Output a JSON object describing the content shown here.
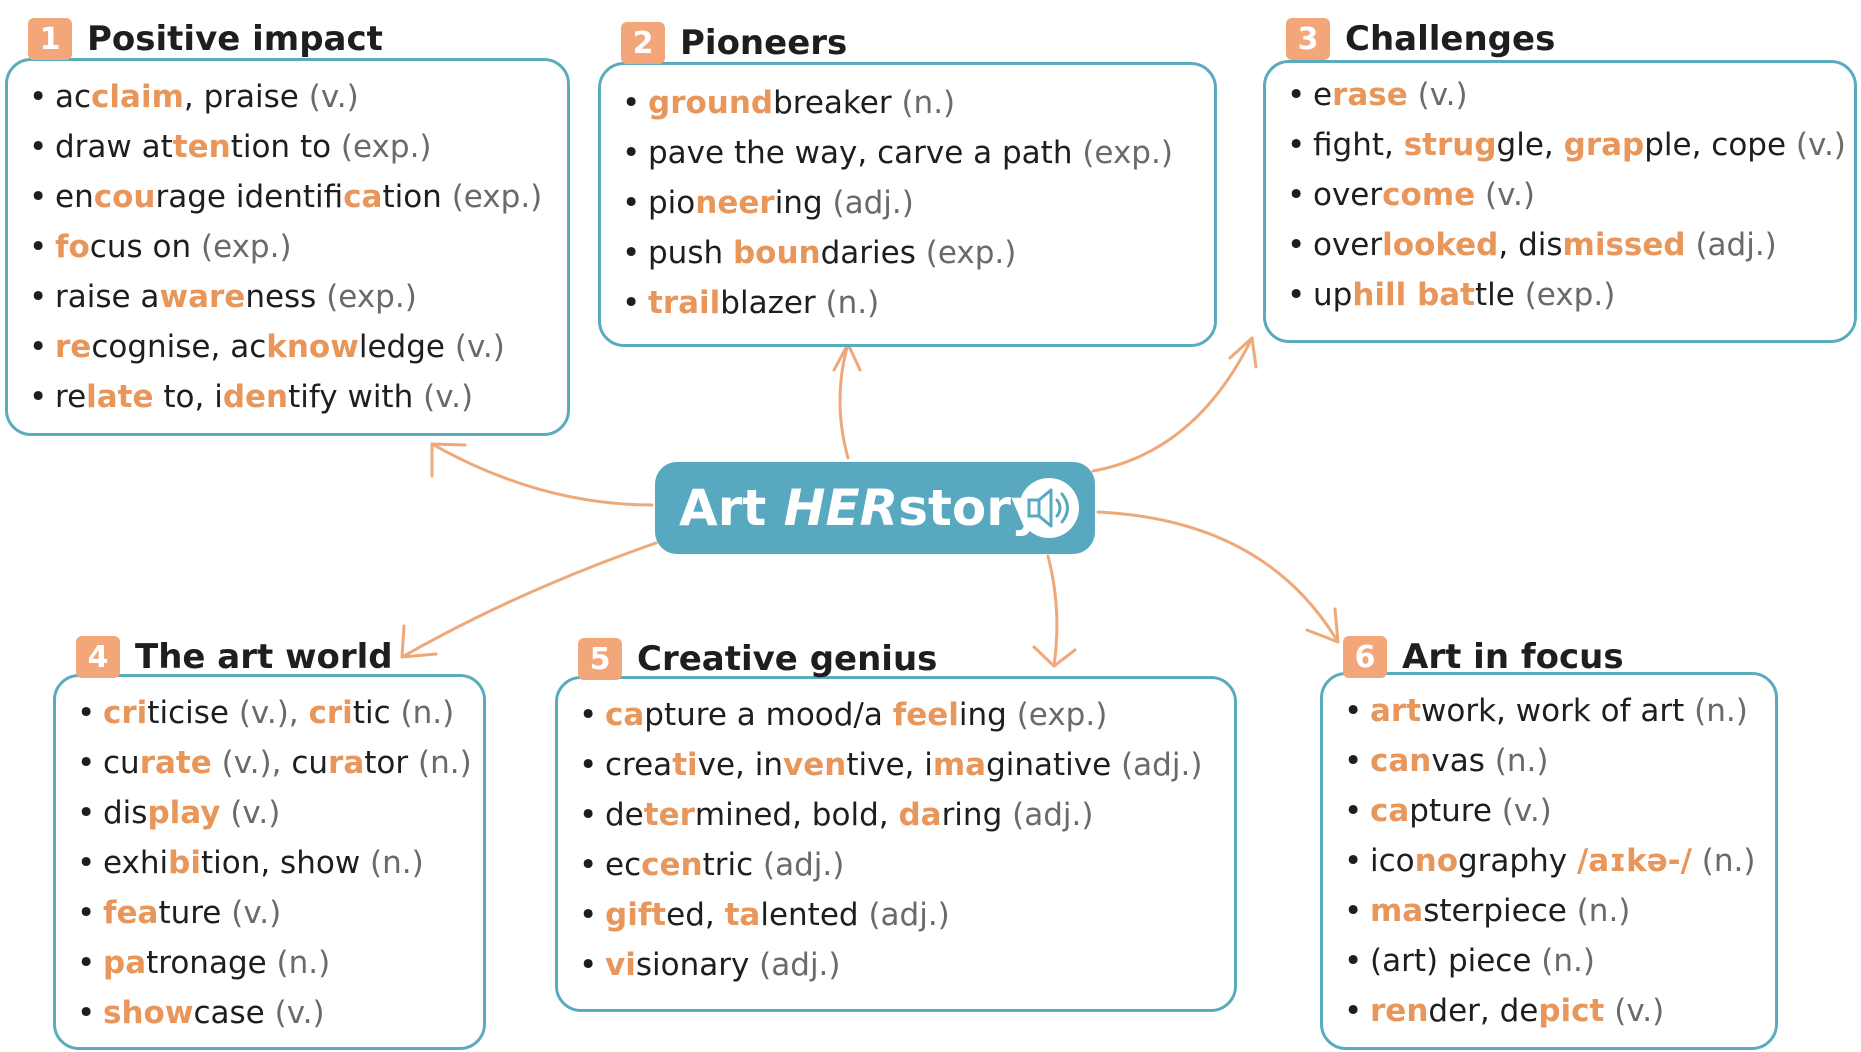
{
  "center": {
    "title_part1": "Art ",
    "title_part2": "HER",
    "title_part3": "story"
  },
  "sections": [
    {
      "number": "1",
      "title": "Positive impact",
      "items": [
        [
          [
            "ac",
            ""
          ],
          [
            "claim",
            "hl"
          ],
          [
            ", praise ",
            ""
          ],
          [
            "(v.)",
            "pos"
          ]
        ],
        [
          [
            "draw at",
            ""
          ],
          [
            "ten",
            "hl"
          ],
          [
            "tion to ",
            ""
          ],
          [
            "(exp.)",
            "pos"
          ]
        ],
        [
          [
            "en",
            ""
          ],
          [
            "cou",
            "hl"
          ],
          [
            "rage identifi",
            ""
          ],
          [
            "ca",
            "hl"
          ],
          [
            "tion ",
            ""
          ],
          [
            "(exp.)",
            "pos"
          ]
        ],
        [
          [
            "fo",
            "hl"
          ],
          [
            "cus on ",
            ""
          ],
          [
            "(exp.)",
            "pos"
          ]
        ],
        [
          [
            "raise a",
            ""
          ],
          [
            "ware",
            "hl"
          ],
          [
            "ness ",
            ""
          ],
          [
            "(exp.)",
            "pos"
          ]
        ],
        [
          [
            "re",
            "hl"
          ],
          [
            "cognise, ac",
            ""
          ],
          [
            "know",
            "hl"
          ],
          [
            "ledge ",
            ""
          ],
          [
            "(v.)",
            "pos"
          ]
        ],
        [
          [
            "re",
            ""
          ],
          [
            "late",
            "hl"
          ],
          [
            " to, i",
            ""
          ],
          [
            "den",
            "hl"
          ],
          [
            "tify with ",
            ""
          ],
          [
            "(v.)",
            "pos"
          ]
        ]
      ]
    },
    {
      "number": "2",
      "title": "Pioneers",
      "items": [
        [
          [
            "ground",
            "hl"
          ],
          [
            "breaker ",
            ""
          ],
          [
            "(n.)",
            "pos"
          ]
        ],
        [
          [
            "pave the way, carve a path ",
            ""
          ],
          [
            "(exp.)",
            "pos"
          ]
        ],
        [
          [
            "pio",
            ""
          ],
          [
            "neer",
            "hl"
          ],
          [
            "ing ",
            ""
          ],
          [
            "(adj.)",
            "pos"
          ]
        ],
        [
          [
            "push ",
            ""
          ],
          [
            "boun",
            "hl"
          ],
          [
            "daries ",
            ""
          ],
          [
            "(exp.)",
            "pos"
          ]
        ],
        [
          [
            "trail",
            "hl"
          ],
          [
            "blazer ",
            ""
          ],
          [
            "(n.)",
            "pos"
          ]
        ]
      ]
    },
    {
      "number": "3",
      "title": "Challenges",
      "items": [
        [
          [
            "e",
            ""
          ],
          [
            "rase",
            "hl"
          ],
          [
            " ",
            ""
          ],
          [
            "(v.)",
            "pos"
          ]
        ],
        [
          [
            "fight, ",
            ""
          ],
          [
            "strug",
            "hl"
          ],
          [
            "gle, ",
            ""
          ],
          [
            "grap",
            "hl"
          ],
          [
            "ple, cope ",
            ""
          ],
          [
            "(v.)",
            "pos"
          ]
        ],
        [
          [
            "over",
            ""
          ],
          [
            "come",
            "hl"
          ],
          [
            " ",
            ""
          ],
          [
            "(v.)",
            "pos"
          ]
        ],
        [
          [
            "over",
            ""
          ],
          [
            "looked",
            "hl"
          ],
          [
            ", dis",
            ""
          ],
          [
            "missed",
            "hl"
          ],
          [
            " ",
            ""
          ],
          [
            "(adj.)",
            "pos"
          ]
        ],
        [
          [
            "up",
            ""
          ],
          [
            "hill bat",
            "hl"
          ],
          [
            "tle ",
            ""
          ],
          [
            "(exp.)",
            "pos"
          ]
        ]
      ]
    },
    {
      "number": "4",
      "title": "The art world",
      "items": [
        [
          [
            "cri",
            "hl"
          ],
          [
            "ticise ",
            ""
          ],
          [
            "(v.), ",
            "pos"
          ],
          [
            "cri",
            "hl"
          ],
          [
            "tic ",
            ""
          ],
          [
            "(n.)",
            "pos"
          ]
        ],
        [
          [
            "cu",
            ""
          ],
          [
            "rate",
            "hl"
          ],
          [
            " ",
            ""
          ],
          [
            "(v.), ",
            "pos"
          ],
          [
            "cu",
            ""
          ],
          [
            "ra",
            "hl"
          ],
          [
            "tor ",
            ""
          ],
          [
            "(n.)",
            "pos"
          ]
        ],
        [
          [
            "dis",
            ""
          ],
          [
            "play",
            "hl"
          ],
          [
            " ",
            ""
          ],
          [
            "(v.)",
            "pos"
          ]
        ],
        [
          [
            "exhi",
            ""
          ],
          [
            "bi",
            "hl"
          ],
          [
            "tion, show ",
            ""
          ],
          [
            "(n.)",
            "pos"
          ]
        ],
        [
          [
            "fea",
            "hl"
          ],
          [
            "ture ",
            ""
          ],
          [
            "(v.)",
            "pos"
          ]
        ],
        [
          [
            "pa",
            "hl"
          ],
          [
            "tronage ",
            ""
          ],
          [
            "(n.)",
            "pos"
          ]
        ],
        [
          [
            "show",
            "hl"
          ],
          [
            "case ",
            ""
          ],
          [
            "(v.)",
            "pos"
          ]
        ]
      ]
    },
    {
      "number": "5",
      "title": "Creative genius",
      "items": [
        [
          [
            "ca",
            "hl"
          ],
          [
            "pture a mood/a ",
            ""
          ],
          [
            "feel",
            "hl"
          ],
          [
            "ing ",
            ""
          ],
          [
            "(exp.)",
            "pos"
          ]
        ],
        [
          [
            "crea",
            ""
          ],
          [
            "ti",
            "hl"
          ],
          [
            "ve, in",
            ""
          ],
          [
            "ven",
            "hl"
          ],
          [
            "tive, i",
            ""
          ],
          [
            "ma",
            "hl"
          ],
          [
            "ginative ",
            ""
          ],
          [
            "(adj.)",
            "pos"
          ]
        ],
        [
          [
            "de",
            ""
          ],
          [
            "ter",
            "hl"
          ],
          [
            "mined, bold, ",
            ""
          ],
          [
            "da",
            "hl"
          ],
          [
            "ring ",
            ""
          ],
          [
            "(adj.)",
            "pos"
          ]
        ],
        [
          [
            "ec",
            ""
          ],
          [
            "cen",
            "hl"
          ],
          [
            "tric ",
            ""
          ],
          [
            "(adj.)",
            "pos"
          ]
        ],
        [
          [
            "gift",
            "hl"
          ],
          [
            "ed, ",
            ""
          ],
          [
            "ta",
            "hl"
          ],
          [
            "lented ",
            ""
          ],
          [
            "(adj.)",
            "pos"
          ]
        ],
        [
          [
            "vi",
            "hl"
          ],
          [
            "sionary ",
            ""
          ],
          [
            "(adj.)",
            "pos"
          ]
        ]
      ]
    },
    {
      "number": "6",
      "title": "Art in focus",
      "items": [
        [
          [
            "art",
            "hl"
          ],
          [
            "work, work of art ",
            ""
          ],
          [
            "(n.)",
            "pos"
          ]
        ],
        [
          [
            "can",
            "hl"
          ],
          [
            "vas ",
            ""
          ],
          [
            "(n.)",
            "pos"
          ]
        ],
        [
          [
            "ca",
            "hl"
          ],
          [
            "pture ",
            ""
          ],
          [
            "(v.)",
            "pos"
          ]
        ],
        [
          [
            "ico",
            ""
          ],
          [
            "no",
            "hl"
          ],
          [
            "graphy ",
            ""
          ],
          [
            "/aɪkə-/",
            "hl"
          ],
          [
            " ",
            ""
          ],
          [
            "(n.)",
            "pos"
          ]
        ],
        [
          [
            "ma",
            "hl"
          ],
          [
            "sterpiece ",
            ""
          ],
          [
            "(n.)",
            "pos"
          ]
        ],
        [
          [
            "(art) piece ",
            ""
          ],
          [
            "(n.)",
            "pos"
          ]
        ],
        [
          [
            "ren",
            "hl"
          ],
          [
            "der, de",
            ""
          ],
          [
            "pict",
            "hl"
          ],
          [
            " ",
            ""
          ],
          [
            "(v.)",
            "pos"
          ]
        ]
      ]
    }
  ],
  "icons": {
    "audio": "speaker-icon"
  },
  "colors": {
    "accent": "#e8965a",
    "box_border": "#5aabbe",
    "center_bg": "#58a9c0",
    "arrow": "#efa878",
    "number_badge": "#f2a679",
    "pos_tag": "#6a6a6a"
  }
}
